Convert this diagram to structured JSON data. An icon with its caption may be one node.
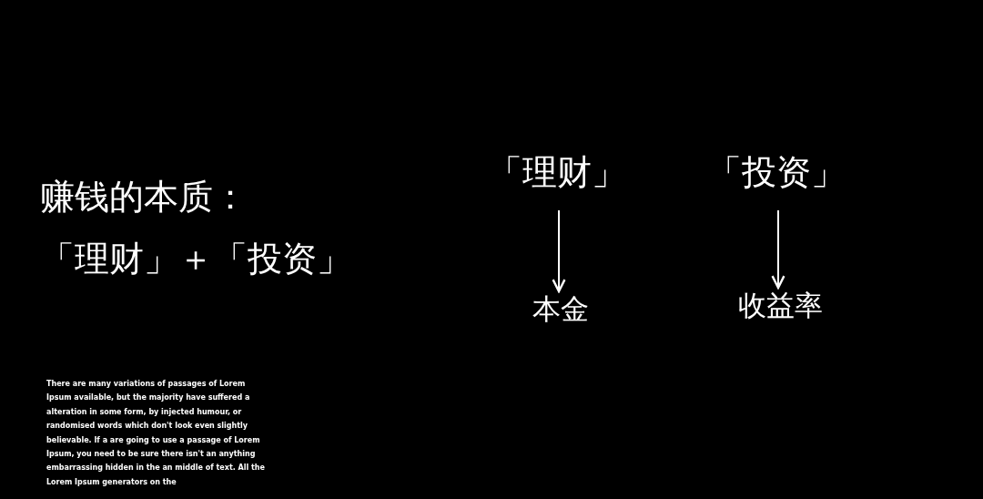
{
  "diagram": {
    "nodes": [
      {
        "text": [
          "「理财」"
        ]
      },
      {
        "text": [
          "「投资」"
        ]
      },
      {
        "text": [
          "本金"
        ]
      },
      {
        "text": [
          "收益率"
        ]
      }
    ],
    "edges": [
      {
        "from": 0,
        "to": 2,
        "arrow": "to"
      },
      {
        "from": 1,
        "to": 3,
        "arrow": "to"
      }
    ],
    "labels": [
      "赚钱的本质：",
      "「理财」＋「投资」",
      "There are many variations of passages of Lorem Ipsum available, but the majority have suffered a alteration in some form, by injected humour, or randomised words which don't look even slightly believable. If a are going to use a passage of Lorem Ipsum, you need to be sure there isn't an anything embarrassing hidden in the an middle of text. All the Lorem Ipsum generators on the"
    ]
  }
}
